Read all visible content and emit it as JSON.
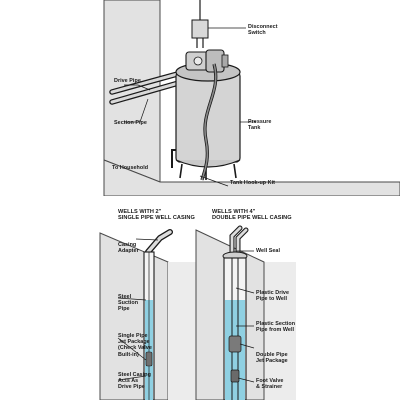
{
  "labels": {
    "disconnect_switch": "Disconnect\nSwitch",
    "drive_pipe": "Drive Pipe",
    "section_pipe": "Section Pipe",
    "pressure_tank": "Pressure\nTank",
    "to_household": "To Household",
    "tank_hookup_kit": "Tank Hook-up Kit",
    "header_single": "WELLS WITH 2\"\nSINGLE PIPE WELL CASING",
    "header_double": "WELLS WITH 4\"\nDOUBLE PIPE WELL CASING",
    "casing_adapter": "Casing\nAdapter",
    "well_seal": "Well Seal",
    "steel_section_pipe": "Steel\nSuction\nPipe",
    "plastic_drive_pipe": "Plastic Drive\nPipe to Well",
    "plastic_section_pipe": "Plastic Section\nPipe from Well",
    "single_pipe_jet": "Single Pipe\nJet Package\n(Check Valve\nBuilt-in)",
    "double_pipe_jet": "Double Pipe\nJet Package",
    "steel_casing": "Steel Casing\nActs As\nDrive Pipe",
    "foot_valve": "Foot Valve\n& Strainer"
  },
  "colors": {
    "wall": "#e2e2e2",
    "wall_edge": "#4a4a4a",
    "tank": "#d4d4d4",
    "water": "#8fd0e2",
    "line": "#1a1a1a"
  }
}
